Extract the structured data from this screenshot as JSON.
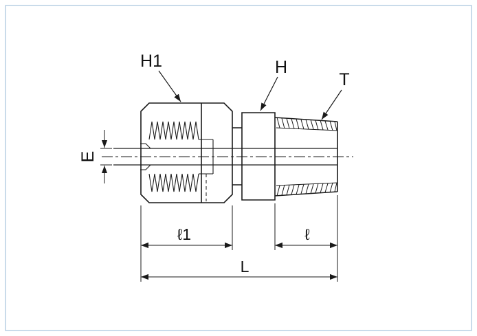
{
  "drawing": {
    "labels": {
      "nut_hex": "H1",
      "body_hex": "H",
      "thread": "T",
      "bore_diameter": "E",
      "nut_length": "ℓ1",
      "thread_length": "ℓ",
      "overall_length": "L"
    },
    "colors": {
      "line": "#1a1a1a",
      "border": "#b7cfe3",
      "background": "#ffffff"
    }
  }
}
